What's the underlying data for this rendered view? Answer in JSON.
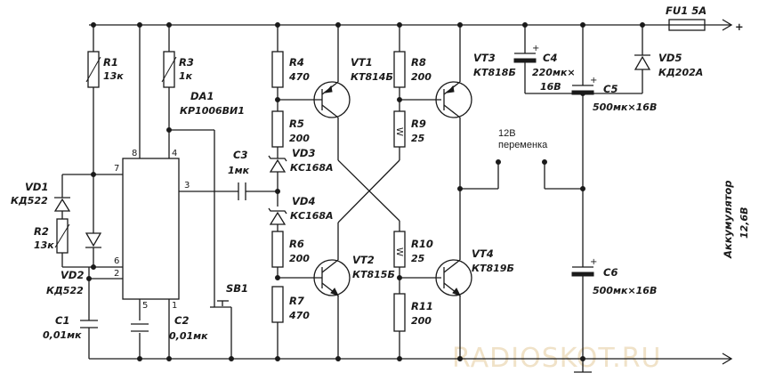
{
  "watermark": "RADIOSKOT.RU",
  "note": {
    "line1": "12В",
    "line2": "переменка"
  },
  "battery": {
    "label": "Аккумулятор",
    "value": "12,6В"
  },
  "terminals": {
    "plus_top": "+",
    "plus_right": "+",
    "minus": "-"
  },
  "ic": {
    "label": "DA1",
    "type": "КР1006ВИ1",
    "pins": [
      "8",
      "4",
      "7",
      "3",
      "6",
      "2",
      "5",
      "1"
    ]
  },
  "components": {
    "R1": {
      "label": "R1",
      "value": "13к"
    },
    "R2": {
      "label": "R2",
      "value": "13к"
    },
    "R3": {
      "label": "R3",
      "value": "1к"
    },
    "R4": {
      "label": "R4",
      "value": "470"
    },
    "R5": {
      "label": "R5",
      "value": "200"
    },
    "R6": {
      "label": "R6",
      "value": "200"
    },
    "R7": {
      "label": "R7",
      "value": "470"
    },
    "R8": {
      "label": "R8",
      "value": "200"
    },
    "R9": {
      "label": "R9",
      "value": "25"
    },
    "R10": {
      "label": "R10",
      "value": "25"
    },
    "R11": {
      "label": "R11",
      "value": "200"
    },
    "VD1": {
      "label": "VD1",
      "value": "КД522"
    },
    "VD2": {
      "label": "VD2",
      "value": "КД522"
    },
    "VD3": {
      "label": "VD3",
      "value": "КС168А"
    },
    "VD4": {
      "label": "VD4",
      "value": "КС168А"
    },
    "VD5": {
      "label": "VD5",
      "value": "КД202А"
    },
    "C1": {
      "label": "C1",
      "value": "0,01мк"
    },
    "C2": {
      "label": "C2",
      "value": "0,01мк"
    },
    "C3": {
      "label": "C3",
      "value": "1мк"
    },
    "C4": {
      "label": "C4",
      "value": "220мк×",
      "value2": "16В"
    },
    "C5": {
      "label": "C5",
      "value": "500мк×16В"
    },
    "C6": {
      "label": "C6",
      "value": "500мк×16В"
    },
    "VT1": {
      "label": "VT1",
      "value": "КТ814Б"
    },
    "VT2": {
      "label": "VT2",
      "value": "КТ815Б"
    },
    "VT3": {
      "label": "VT3",
      "value": "КТ818Б"
    },
    "VT4": {
      "label": "VT4",
      "value": "КТ819Б"
    },
    "SB1": {
      "label": "SB1"
    },
    "FU1": {
      "label": "FU1 5А"
    }
  }
}
